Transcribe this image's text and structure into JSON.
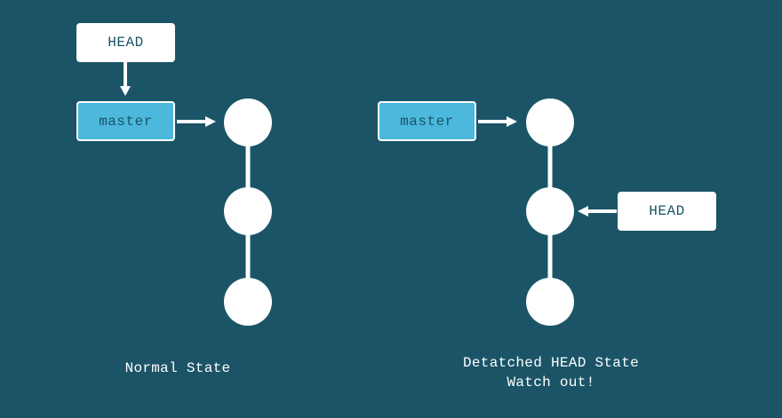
{
  "colors": {
    "background": "#1b5467",
    "head_box": "#ffffff",
    "branch_box": "#4bb8dc",
    "text": "#1b5467",
    "lines": "#ffffff"
  },
  "normal": {
    "head_label": "HEAD",
    "branch_label": "master",
    "caption": "Normal State"
  },
  "detached": {
    "head_label": "HEAD",
    "branch_label": "master",
    "caption_line1": "Detatched HEAD State",
    "caption_line2": "Watch out!"
  }
}
